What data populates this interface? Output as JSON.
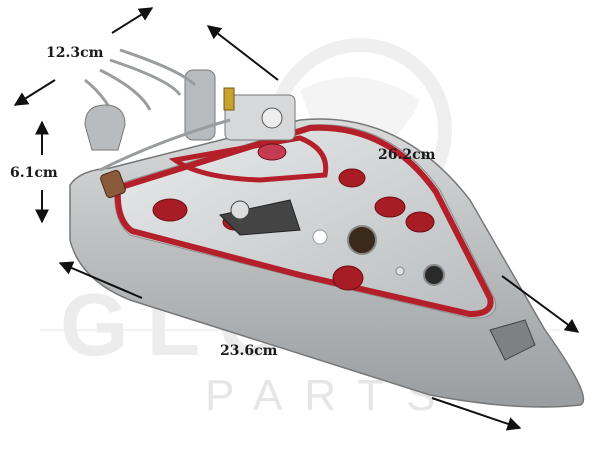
{
  "dimensions": {
    "width_label": "12.3cm",
    "height_label": "6.1cm",
    "diagonal_label": "26.2cm",
    "length_label": "23.6cm"
  },
  "watermark": {
    "text": "PARTS",
    "logo_text": "GLOBAL"
  },
  "colors": {
    "seal_red": "#b3202a",
    "plate_silver": "#c9ccce",
    "watermark_gray": "#e6e6e6"
  }
}
